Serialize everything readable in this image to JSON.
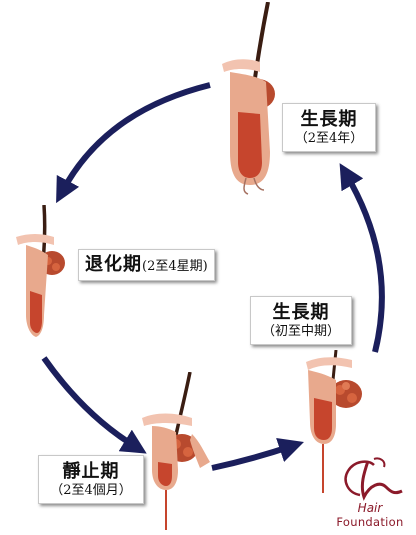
{
  "colors": {
    "arrow": "#1b1f5c",
    "follicle_skin": "#e8a98d",
    "follicle_bulb": "#c6452d",
    "hair_shaft": "#3a1d12",
    "gland": "#b84a2e",
    "logo": "#8b1a2a"
  },
  "stages": {
    "anagen": {
      "title": "生長期",
      "duration": "（2至4年）"
    },
    "catagen": {
      "title": "退化期",
      "duration": "(2至4星期)"
    },
    "telogen": {
      "title": "靜止期",
      "duration": "（2至4個月）"
    },
    "early_anagen": {
      "title": "生長期",
      "duration": "（初至中期）"
    }
  },
  "logo": {
    "line1": "Hair",
    "line2": "Foundation"
  }
}
